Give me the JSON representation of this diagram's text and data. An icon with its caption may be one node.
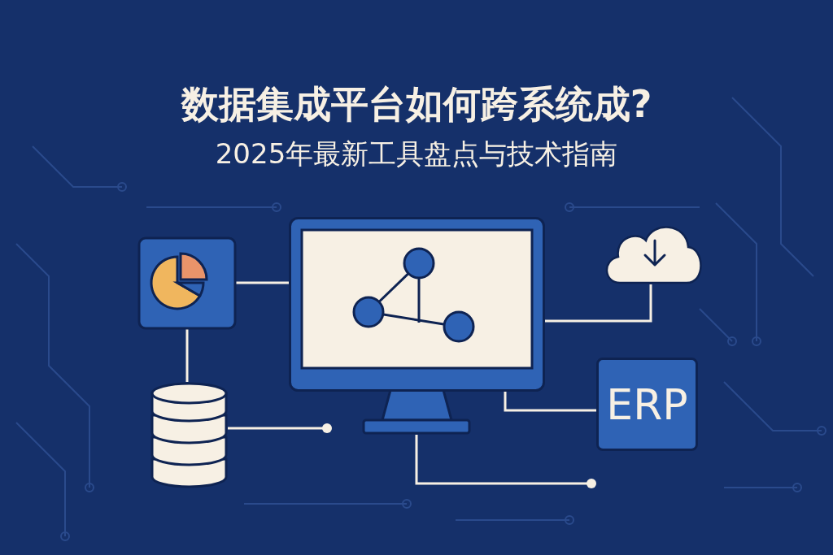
{
  "diagram": {
    "title": "数据集成平台如何跨系统成?",
    "caption": "2025年最新工具盘点与技术指南",
    "nodes": [
      {
        "text": [],
        "shape": "picture"
      },
      {
        "text": [],
        "shape": "picture"
      },
      {
        "text": [],
        "shape": "cloud"
      },
      {
        "text": [
          "ERP"
        ]
      },
      {
        "text": [],
        "shape": "cylinder"
      }
    ],
    "edges": [
      {
        "from": 0,
        "to": 1,
        "arrow": "none"
      },
      {
        "from": 0,
        "to": 4,
        "arrow": "none"
      },
      {
        "from": 1,
        "to": 2,
        "arrow": "none"
      },
      {
        "from": 1,
        "to": 3,
        "arrow": "none"
      },
      {
        "from": 4,
        "to": null,
        "arrow": "other"
      },
      {
        "from": 1,
        "to": null,
        "arrow": "other"
      }
    ]
  }
}
